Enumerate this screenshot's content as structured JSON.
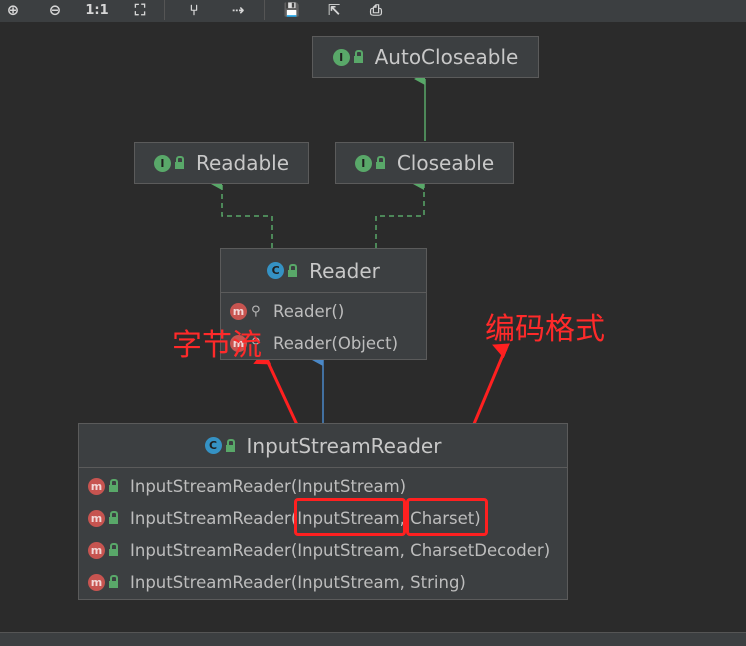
{
  "toolbar": {
    "buttons": [
      {
        "name": "zoom-in-icon",
        "glyph": "⊕"
      },
      {
        "name": "zoom-out-icon",
        "glyph": "⊖"
      },
      {
        "name": "actual-size-icon",
        "glyph": "1:1"
      },
      {
        "name": "fit-content-icon",
        "glyph": "⛶"
      },
      {
        "name": "layout-icon",
        "glyph": "⑂"
      },
      {
        "name": "navigate-icon",
        "glyph": "⇢"
      },
      {
        "name": "save-icon",
        "glyph": "💾"
      },
      {
        "name": "export-icon",
        "glyph": "⇱"
      },
      {
        "name": "print-icon",
        "glyph": "⎙"
      }
    ]
  },
  "nodes": {
    "autocloseable": {
      "badge": "I",
      "title": "AutoCloseable"
    },
    "readable": {
      "badge": "I",
      "title": "Readable"
    },
    "closeable": {
      "badge": "I",
      "title": "Closeable"
    },
    "reader": {
      "badge": "C",
      "title": "Reader",
      "members": [
        "Reader()",
        "Reader(Object)"
      ]
    },
    "inputstreamreader": {
      "badge": "C",
      "title": "InputStreamReader",
      "members": [
        "InputStreamReader(InputStream)",
        "InputStreamReader(InputStream, Charset)",
        "InputStreamReader(InputStream, CharsetDecoder)",
        "InputStreamReader(InputStream, String)"
      ]
    }
  },
  "member_badge": "m",
  "annotations": {
    "left": "字节流",
    "right": "编码格式"
  },
  "colors": {
    "interface": "#59a869",
    "class": "#3592c4",
    "method": "#c75450",
    "highlight": "#ff2020",
    "edge_green": "#59a869",
    "edge_blue": "#4a88c7"
  }
}
